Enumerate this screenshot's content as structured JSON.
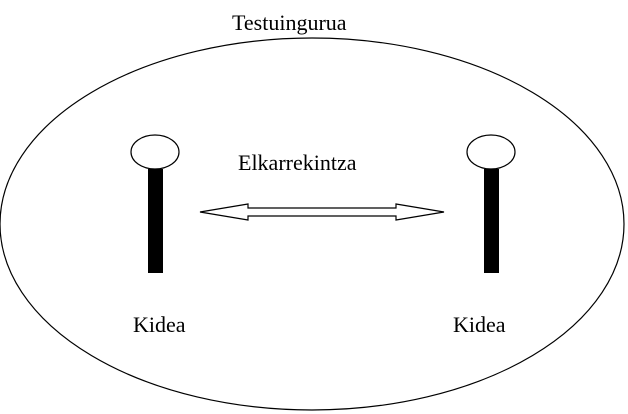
{
  "diagram": {
    "context_label": "Testuingurua",
    "interaction_label": "Elkarrekintza",
    "members": [
      {
        "label": "Kidea"
      },
      {
        "label": "Kidea"
      }
    ]
  },
  "colors": {
    "stroke": "#000000",
    "background": "#ffffff"
  }
}
